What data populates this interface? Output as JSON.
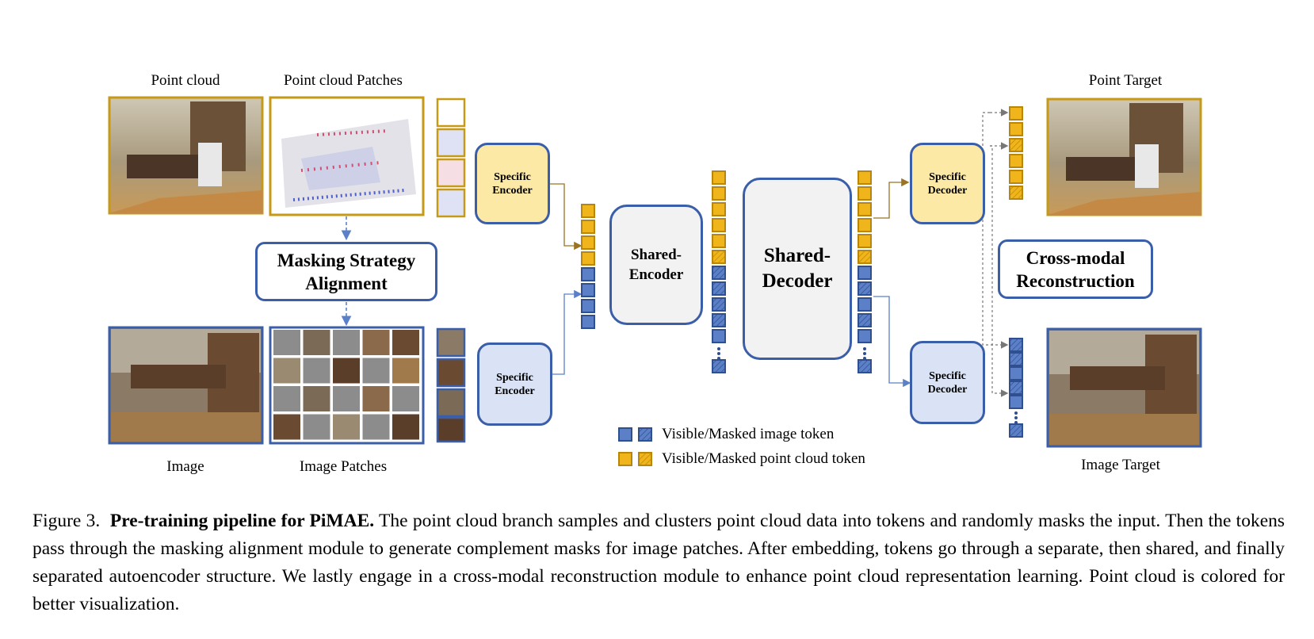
{
  "figure": {
    "labels": {
      "point_cloud": "Point cloud",
      "point_cloud_patches": "Point cloud Patches",
      "image": "Image",
      "image_patches": "Image Patches",
      "point_target": "Point Target",
      "image_target": "Image Target"
    },
    "modules": {
      "masking_line1": "Masking Strategy",
      "masking_line2": "Alignment",
      "specific_encoder_line1": "Specific",
      "specific_encoder_line2": "Encoder",
      "specific_decoder_line1": "Specific",
      "specific_decoder_line2": "Decoder",
      "shared_encoder_line1": "Shared-",
      "shared_encoder_line2": "Encoder",
      "shared_decoder_line1": "Shared-",
      "shared_decoder_line2": "Decoder",
      "cross_modal_line1": "Cross-modal",
      "cross_modal_line2": "Reconstruction"
    },
    "legend": {
      "image_token": "Visible/Masked image token",
      "point_token": "Visible/Masked point cloud token"
    },
    "colors": {
      "point_token": "#f0b51a",
      "point_border": "#b8860b",
      "image_token": "#5b80c8",
      "image_border": "#2f4f8f",
      "encoder_yellow": "#fde9a6",
      "encoder_blue": "#d9e3f5"
    }
  },
  "caption": {
    "prefix": "Figure 3.",
    "title": "Pre-training pipeline for PiMAE.",
    "body": "The point cloud branch samples and clusters point cloud data into tokens and randomly masks the input. Then the tokens pass through the masking alignment module to generate complement masks for image patches. After embedding, tokens go through a separate, then shared, and finally separated autoencoder structure. We lastly engage in a cross-modal reconstruction module to enhance point cloud representation learning. Point cloud is colored for better visualization."
  }
}
